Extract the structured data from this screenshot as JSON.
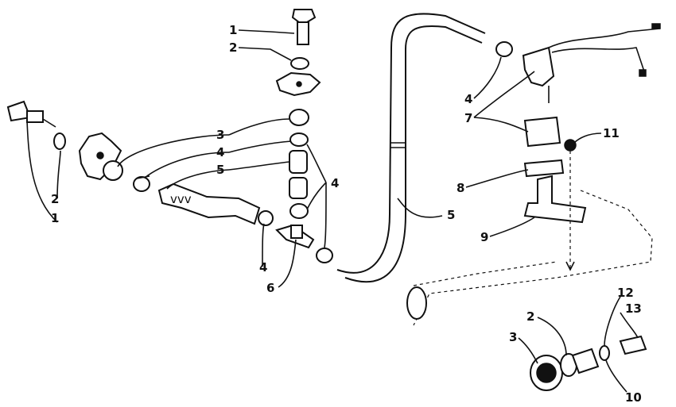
{
  "diagram": {
    "callouts": {
      "c1_top": "1",
      "c2_top": "2",
      "c3_mid": "3",
      "c4_mid": "4",
      "c5_mid": "5",
      "c4_right": "4",
      "c4_lower": "4",
      "c6": "6",
      "c2_left": "2",
      "c1_left": "1",
      "c5_right": "5",
      "c4_pump": "4",
      "c7": "7",
      "c8": "8",
      "c9": "9",
      "c11": "11",
      "c12": "12",
      "c13": "13",
      "c2_inset": "2",
      "c3_inset": "3",
      "c10": "10"
    }
  }
}
